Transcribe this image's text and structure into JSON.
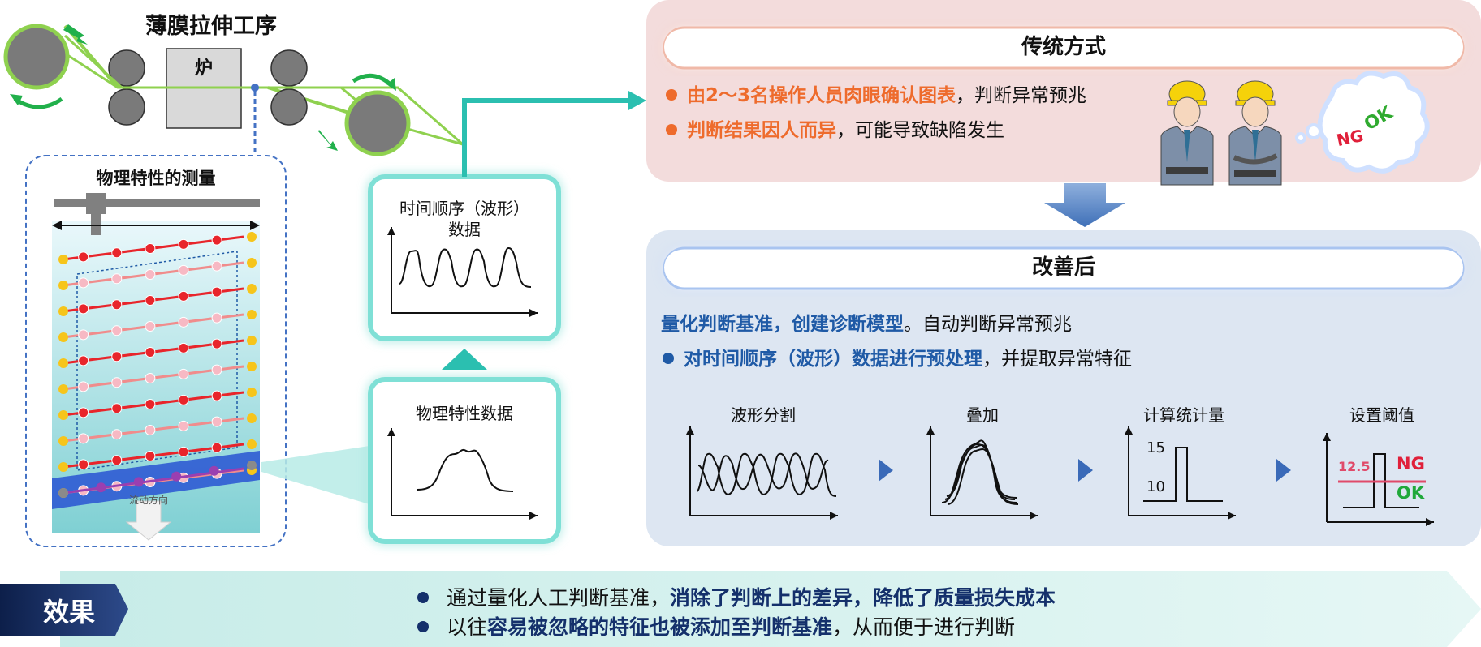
{
  "process": {
    "title": "薄膜拉伸工序",
    "furnace": "炉",
    "measurement_title": "物理特性的测量",
    "flow_direction": "流动方向"
  },
  "panels": {
    "timeseries_title_line1": "时间顺序（波形）",
    "timeseries_title_line2": "数据",
    "physical_title": "物理特性数据"
  },
  "traditional": {
    "title": "传统方式",
    "bullet1_strong": "由2～3名操作人员肉眼确认图表",
    "bullet1_rest": "，判断异常预兆",
    "bullet2_strong": "判断结果因人而异",
    "bullet2_rest": "，可能导致缺陷发生",
    "bubble_ok": "OK",
    "bubble_ng": "NG"
  },
  "improved": {
    "title": "改善后",
    "line1_strong": "量化判断基准，创建诊断模型",
    "line1_rest": "。自动判断异常预兆",
    "line2_strong": "对时间顺序（波形）数据进行预处理",
    "line2_rest": "，并提取异常特征",
    "steps": [
      {
        "label": "波形分割"
      },
      {
        "label": "叠加"
      },
      {
        "label": "计算统计量",
        "value_high": "15",
        "value_low": "10"
      },
      {
        "label": "设置阈值",
        "threshold": "12.5",
        "ng": "NG",
        "ok": "OK"
      }
    ]
  },
  "effect": {
    "label": "效果",
    "line1_normal": "通过量化人工判断基准，",
    "line1_strong": "消除了判断上的差异，降低了质量损失成本",
    "line2_normal_a": "以往",
    "line2_strong": "容易被忽略的特征也被添加至判断基准",
    "line2_normal_b": "，从而便于进行判断"
  },
  "colors": {
    "accent_teal": "#2bbfb0",
    "orange": "#ee6b2c",
    "blue": "#1f5aa6",
    "navy": "#14306b",
    "trad_bg": "#f3dcdc",
    "improved_bg": "#dde6f2"
  }
}
